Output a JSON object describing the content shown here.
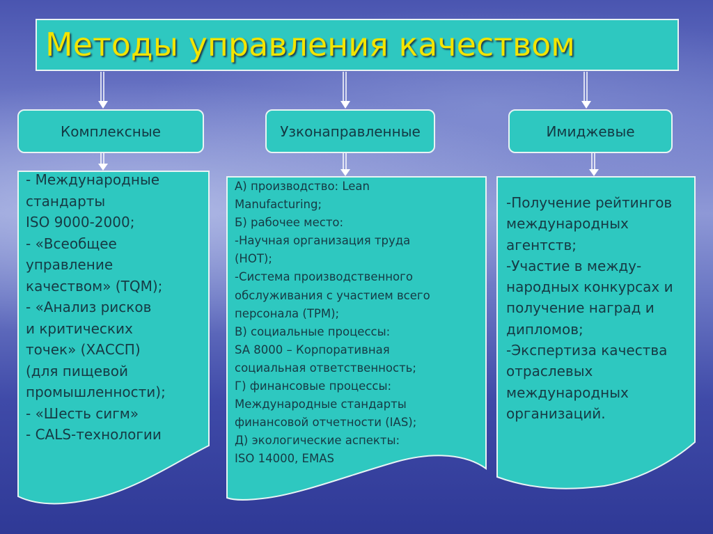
{
  "title": "Методы управления качеством",
  "categories": [
    {
      "label": "Комплексные",
      "text": "- Международные\nстандарты\nISO 9000-2000;\n- «Всеобщее\nуправление\nкачеством» (TQM);\n- «Анализ рисков\nи критических\nточек» (ХАССП)\n(для пищевой\nпромышленности);\n- «Шесть сигм»\n- CALS-технологии"
    },
    {
      "label": "Узконаправленные",
      "text": "А) производство: Lean\nManufacturing;\nБ) рабочее место:\n-Научная организация труда\n(НОТ);\n-Система производственного\nобслуживания с участием всего\nперсонала (TPM);\nВ) социальные процессы:\nSA 8000 – Корпоративная\nсоциальная ответственность;\nГ) финансовые процессы:\nМеждународные стандарты\nфинансовой отчетности (IAS);\nД) экологические аспекты:\nISO 14000, EMAS"
    },
    {
      "label": "Имиджевые",
      "text": "-Получение рейтингов\nмеждународных\nагентств;\n-Участие в между-\nнародных конкурсах и\nполучение наград и\nдипломов;\n-Экспертиза качества\nотраслевых\nмеждународных\nорганизаций."
    }
  ],
  "colors": {
    "box_fill": "#2ec8c0",
    "box_border": "#e8f4f4",
    "title_text": "#f2e400",
    "body_text": "#163a44"
  }
}
